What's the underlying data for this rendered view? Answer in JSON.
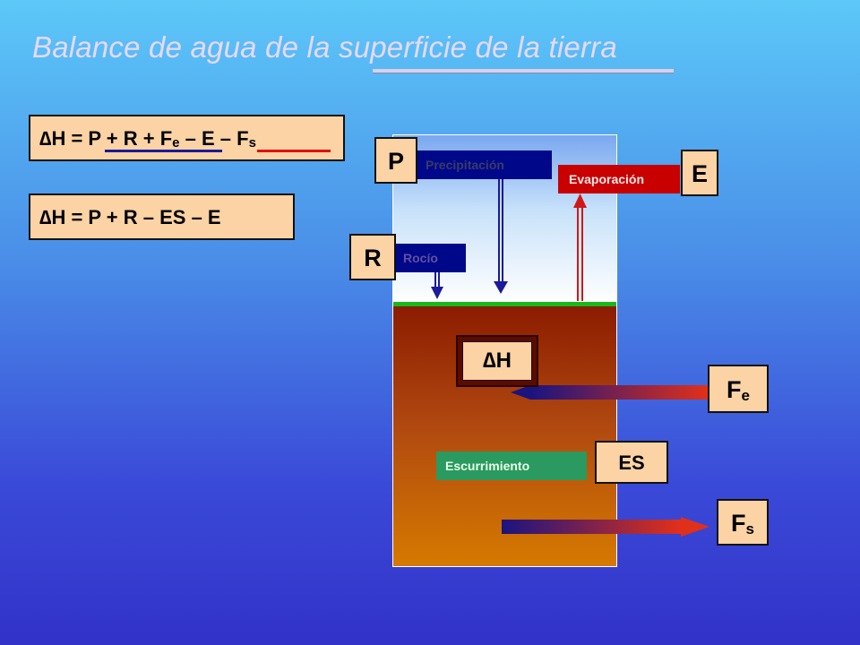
{
  "title": "Balance de agua de la superficie de la tierra",
  "equations": {
    "eq1": {
      "prefix": "∆H = ",
      "p_r": "P + R + F",
      "sub_e": "e",
      "dash1": " – ",
      "e": "E",
      "dash2": " – ",
      "f": "F",
      "sub_s": "s"
    },
    "eq2": "∆H = P + R – ES – E"
  },
  "labels": {
    "precipitacion": "Precipitación",
    "evaporacion": "Evaporación",
    "rocio": "Rocío",
    "escurrimiento": "Escurrimiento"
  },
  "symbols": {
    "P": "P",
    "E": "E",
    "R": "R",
    "F": "F",
    "sub_e": "e",
    "sub_s": "s",
    "ES": "ES",
    "delta_h": "∆H"
  },
  "colors": {
    "box_fill": "#fbd3a4",
    "precip_blue": "#00088a",
    "evap_red": "#c80000",
    "escurr_green": "#2a9a60",
    "surface_green": "#18b818"
  }
}
